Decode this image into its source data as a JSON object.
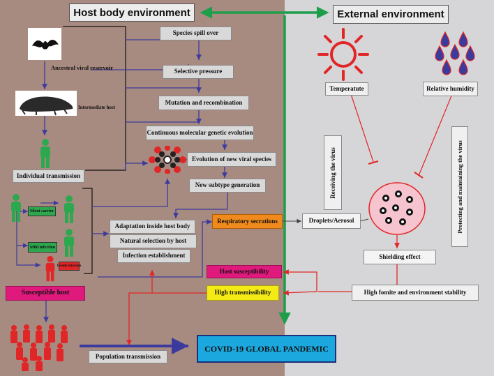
{
  "headers": {
    "host": "Host body environment",
    "external": "External environment"
  },
  "host_chain": {
    "ancestral": "Ancestral viral reservoir",
    "intermediate": "Intermediate host",
    "individual": "Individual transmission",
    "silent_carrier": "Silent carrier",
    "mild_infection": "Mild infection",
    "deadly_infection": "Deadly infection",
    "susceptible_host": "Susceptible host",
    "population": "Population transmission"
  },
  "evolution": {
    "spill_over": "Species spill over",
    "selective_pressure": "Selective pressure",
    "mutation": "Mutation and recombination",
    "continuous": "Continuous molecular genetic evolution",
    "new_species": "Evolution of new viral species",
    "new_subtype": "New subtype generation",
    "adaptation": "Adaptation inside host body",
    "natural_selection": "Natural selection by host",
    "infection": "Infection establishment"
  },
  "transmission": {
    "respiratory": "Respiratory secrations",
    "droplets": "Droplets/Aerosol",
    "host_susceptibility": "Host susceptibility",
    "high_transmissibility": "High transmissibility",
    "pandemic": "COVID-19 GLOBAL PANDEMIC"
  },
  "external": {
    "temperature": "Temperatute",
    "humidity": "Relative humidity",
    "receiving": "Receiving the virus",
    "protecting": "Protecting and maintaining the virus",
    "shielding": "Shielding effect",
    "fomite": "High fomite and environment stability"
  },
  "colors": {
    "host_bg": "#a88b80",
    "external_bg": "#d6d6d8",
    "arrow_blue": "#3b3b9e",
    "arrow_red": "#e02626",
    "divider_green": "#1e9e4a",
    "respiratory_orange": "#f08a1c",
    "susceptibility_pink": "#e0197d",
    "transmissibility_yellow": "#f3ea16",
    "pandemic_blue": "#1aa8df",
    "silent_green": "#2ea84f",
    "deadly_red": "#e02626"
  }
}
